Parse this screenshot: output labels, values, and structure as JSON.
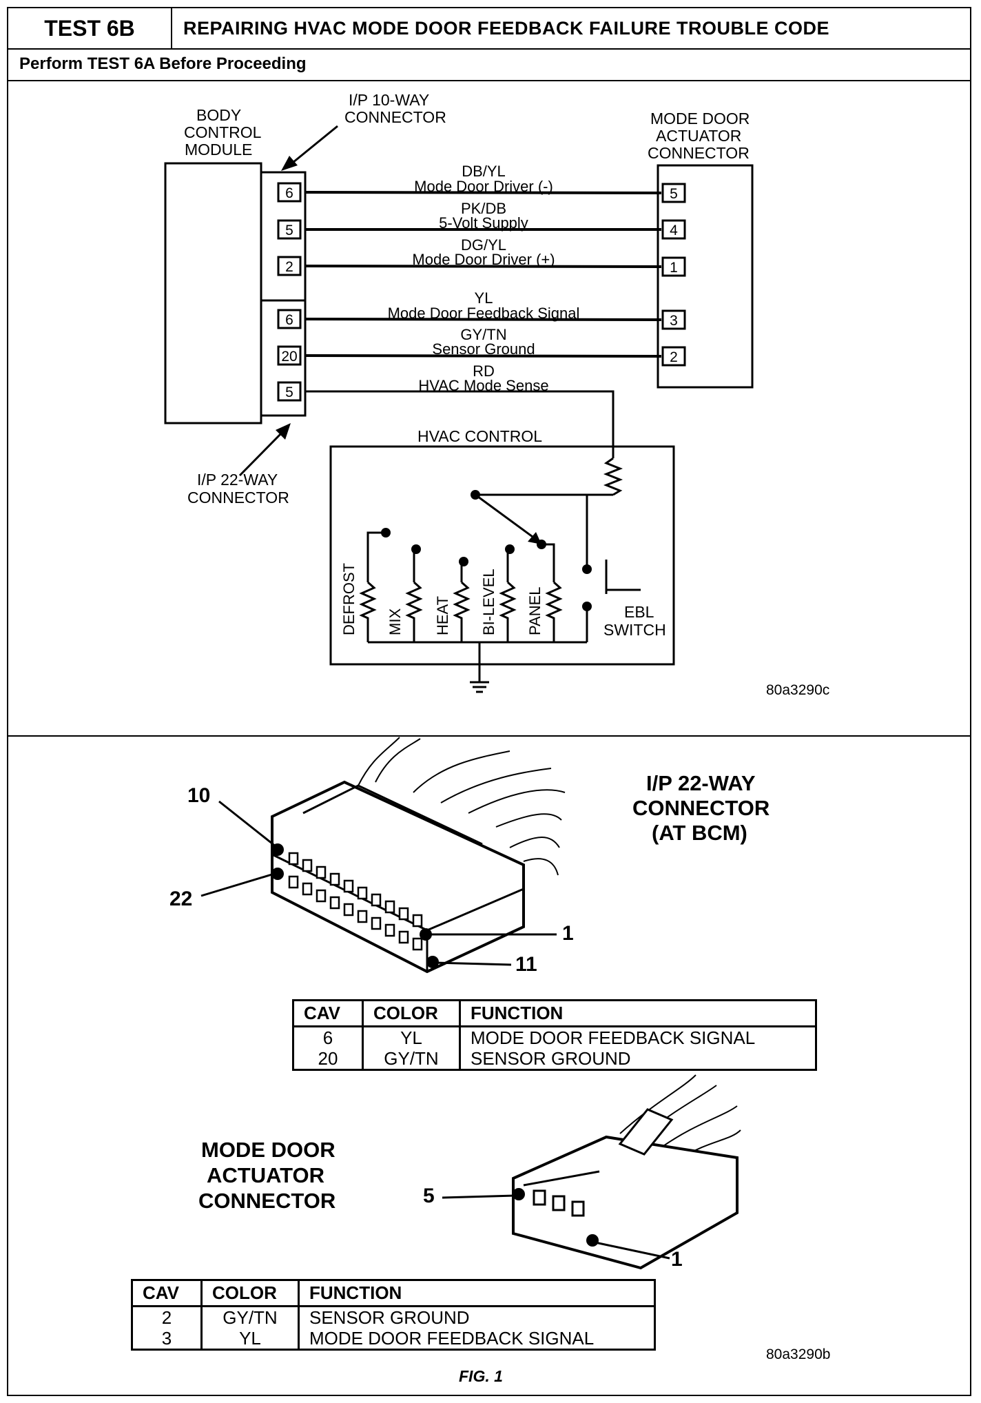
{
  "header": {
    "test_id": "TEST 6B",
    "title": "REPAIRING HVAC MODE DOOR FEEDBACK FAILURE TROUBLE CODE",
    "prereq": "Perform TEST 6A Before Proceeding"
  },
  "schematic": {
    "bcm_label": [
      "BODY",
      "CONTROL",
      "MODULE"
    ],
    "ip10_label": [
      "I/P 10-WAY",
      "CONNECTOR"
    ],
    "ip22_label": [
      "I/P 22-WAY",
      "CONNECTOR"
    ],
    "actuator_label": [
      "MODE DOOR",
      "ACTUATOR",
      "CONNECTOR"
    ],
    "wires": [
      {
        "left_pin": "6",
        "right_pin": "5",
        "color": "DB/YL",
        "name": "Mode Door Driver (-)"
      },
      {
        "left_pin": "5",
        "right_pin": "4",
        "color": "PK/DB",
        "name": "5-Volt Supply"
      },
      {
        "left_pin": "2",
        "right_pin": "1",
        "color": "DG/YL",
        "name": "Mode Door Driver (+)"
      },
      {
        "left_pin": "6",
        "right_pin": "3",
        "color": "YL",
        "name": "Mode Door Feedback Signal"
      },
      {
        "left_pin": "20",
        "right_pin": "2",
        "color": "GY/TN",
        "name": "Sensor Ground"
      },
      {
        "left_pin": "5",
        "right_pin": "",
        "color": "RD",
        "name": "HVAC Mode Sense"
      }
    ],
    "hvac_control_label": "HVAC CONTROL",
    "mode_positions": [
      "DEFROST",
      "MIX",
      "HEAT",
      "BI-LEVEL",
      "PANEL"
    ],
    "ebl_label": [
      "EBL",
      "SWITCH"
    ],
    "code": "80a3290c"
  },
  "connector22": {
    "title": [
      "I/P 22-WAY",
      "CONNECTOR",
      "(AT BCM)"
    ],
    "pins": {
      "p10": "10",
      "p22": "22",
      "p1": "1",
      "p11": "11"
    },
    "table": {
      "headers": [
        "CAV",
        "COLOR",
        "FUNCTION"
      ],
      "rows": [
        [
          "6",
          "YL",
          "MODE DOOR FEEDBACK SIGNAL"
        ],
        [
          "20",
          "GY/TN",
          "SENSOR GROUND"
        ]
      ]
    }
  },
  "actuator_connector": {
    "title": [
      "MODE DOOR",
      "ACTUATOR",
      "CONNECTOR"
    ],
    "pins": {
      "p5": "5",
      "p1": "1"
    },
    "table": {
      "headers": [
        "CAV",
        "COLOR",
        "FUNCTION"
      ],
      "rows": [
        [
          "2",
          "GY/TN",
          "SENSOR GROUND"
        ],
        [
          "3",
          "YL",
          "MODE DOOR FEEDBACK SIGNAL"
        ]
      ]
    }
  },
  "footer": {
    "code": "80a3290b",
    "fig": "FIG. 1"
  }
}
